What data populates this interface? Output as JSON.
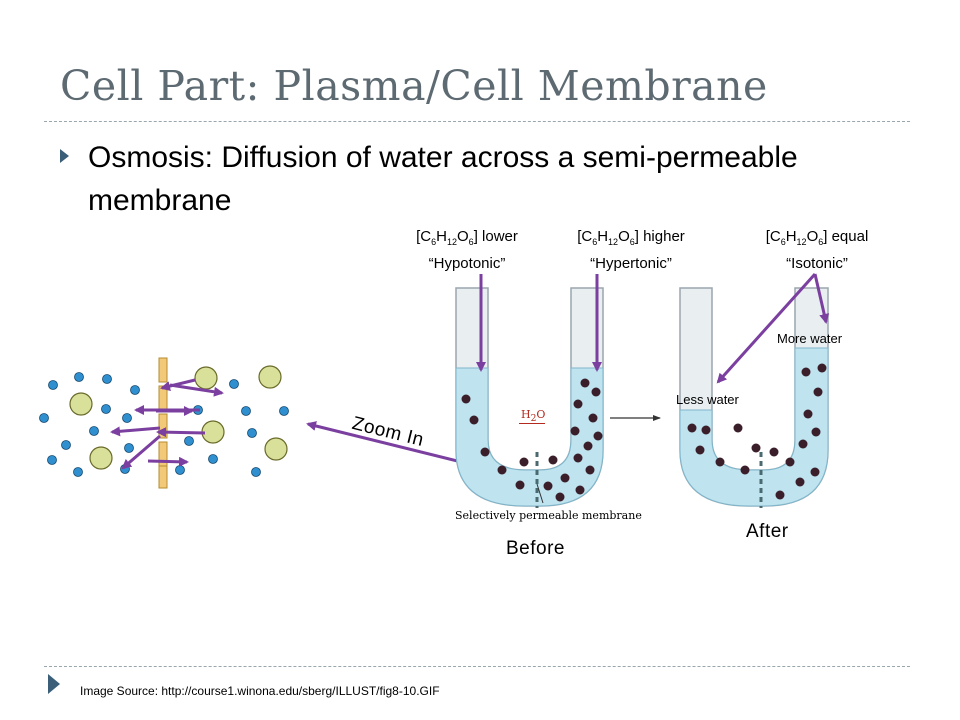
{
  "title": "Cell Part: Plasma/Cell Membrane",
  "bullet": "Osmosis: Diffusion of water across a semi-permeable membrane",
  "labels": {
    "hypotonic_conc": "[C6H12O6] lower",
    "hypotonic_name": "“Hypotonic”",
    "hypertonic_conc": "[C6H12O6] higher",
    "hypertonic_name": "“Hypertonic”",
    "isotonic_conc": "[C6H12O6] equal",
    "isotonic_name": "“Isotonic”",
    "more_water": "More water",
    "less_water": "Less water",
    "zoom_in": "Zoom In",
    "h2o": "H2O",
    "membrane": "Selectively permeable membrane",
    "before": "Before",
    "after": "After"
  },
  "source": "Image Source: http://course1.winona.edu/sberg/ILLUST/fig8-10.GIF",
  "colors": {
    "title": "#5d6a72",
    "arrow": "#7b3fa0",
    "water": "#bfe3ef",
    "tube_glass": "#e9eef0",
    "solute": "#3a1f2a",
    "large_molecule": "#d8e09a",
    "small_molecule": "#2f8fcf",
    "membrane_bar": "#f2c879"
  }
}
